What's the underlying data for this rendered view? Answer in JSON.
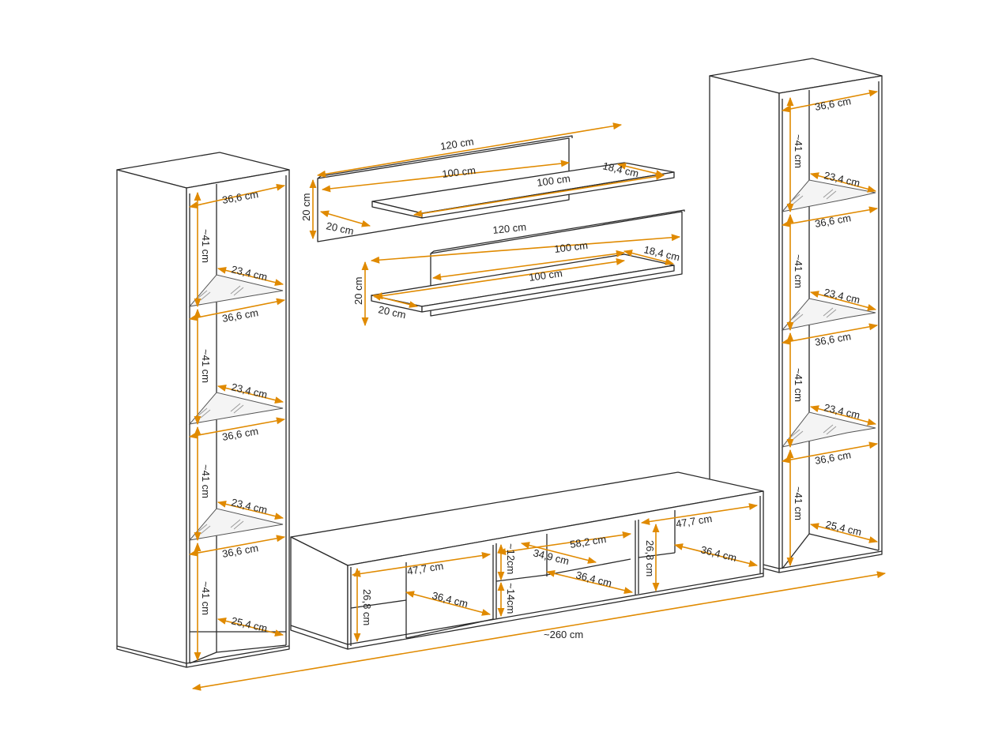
{
  "colors": {
    "dimension": "#e08a00",
    "outline": "#2a2a2a",
    "background": "#ffffff"
  },
  "labels": {
    "w366": "36,6 cm",
    "w234": "23,4 cm",
    "w254": "25,4 cm",
    "h41": "~41 cm",
    "w120": "120 cm",
    "w100": "100 cm",
    "d184": "18,4 cm",
    "h20": "20 cm",
    "d20": "20 cm",
    "w477": "47,7 cm",
    "w364": "36,4 cm",
    "h268": "26,8 cm",
    "w582": "58,2 cm",
    "w349": "34,9 cm",
    "h126": "~12cm",
    "h14": "~14cm",
    "total": "~260 cm"
  }
}
